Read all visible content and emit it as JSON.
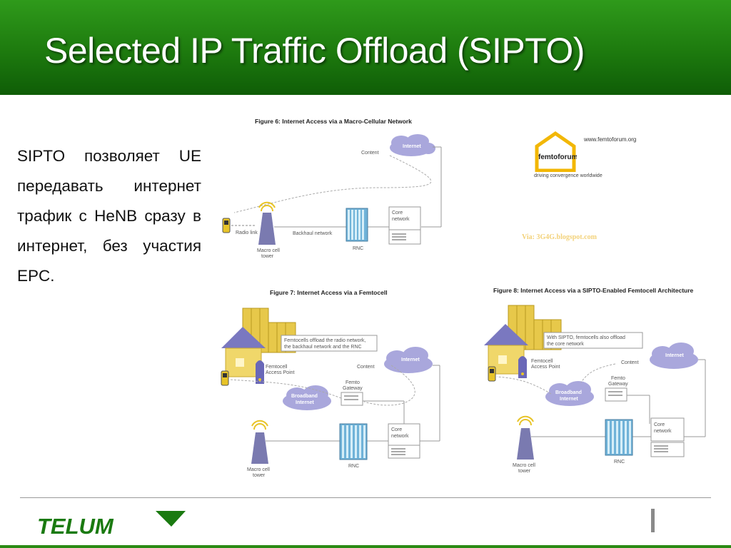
{
  "slide": {
    "title": "Selected IP Traffic Offload (SIPTO)",
    "body": "SIPTO позволяет UE передавать интернет трафик с HeNB сразу в интернет, без участия EPC.",
    "brand": "TELUM",
    "brand_color": "#1a7a10"
  },
  "figure6": {
    "caption": "Figure 6: Internet Access via a Macro-Cellular Network",
    "content": "Content",
    "internet": "Internet",
    "core": [
      "Core",
      "network"
    ],
    "radio_link": "Radio link",
    "backhaul": "Backhaul network",
    "rnc": "RNC",
    "tower": [
      "Macro cell",
      "tower"
    ]
  },
  "figure7": {
    "caption": "Figure 7: Internet Access via a Femtocell",
    "note": [
      "Femtocells offload the radio network,",
      "the backhaul network and the RNC"
    ],
    "content": "Content",
    "internet": "Internet",
    "fap": [
      "Femtocell",
      "Access Point"
    ],
    "gateway": [
      "Femto",
      "Gateway"
    ],
    "broadband": [
      "Broadband",
      "Internet"
    ],
    "core": [
      "Core",
      "network"
    ],
    "rnc": "RNC",
    "tower": [
      "Macro cell",
      "tower"
    ]
  },
  "figure8": {
    "caption": "Figure 8: Internet Access via a SIPTO-Enabled Femtocell Architecture",
    "note": [
      "With SIPTO, femtocells also offload",
      "the core network"
    ],
    "content": "Content",
    "internet": "Internet",
    "fap": [
      "Femtocell",
      "Access Point"
    ],
    "gateway": [
      "Femto",
      "Gateway"
    ],
    "broadband": [
      "Broadband",
      "Internet"
    ],
    "core": [
      "Core",
      "network"
    ],
    "rnc": "RNC",
    "tower": [
      "Macro cell",
      "tower"
    ]
  },
  "femtoforum": {
    "url": "www.femtoforum.org",
    "logo_text": "femtoforum",
    "tagline": "driving convergence worldwide"
  },
  "via": "Via: 3G4G.blogspot.com"
}
